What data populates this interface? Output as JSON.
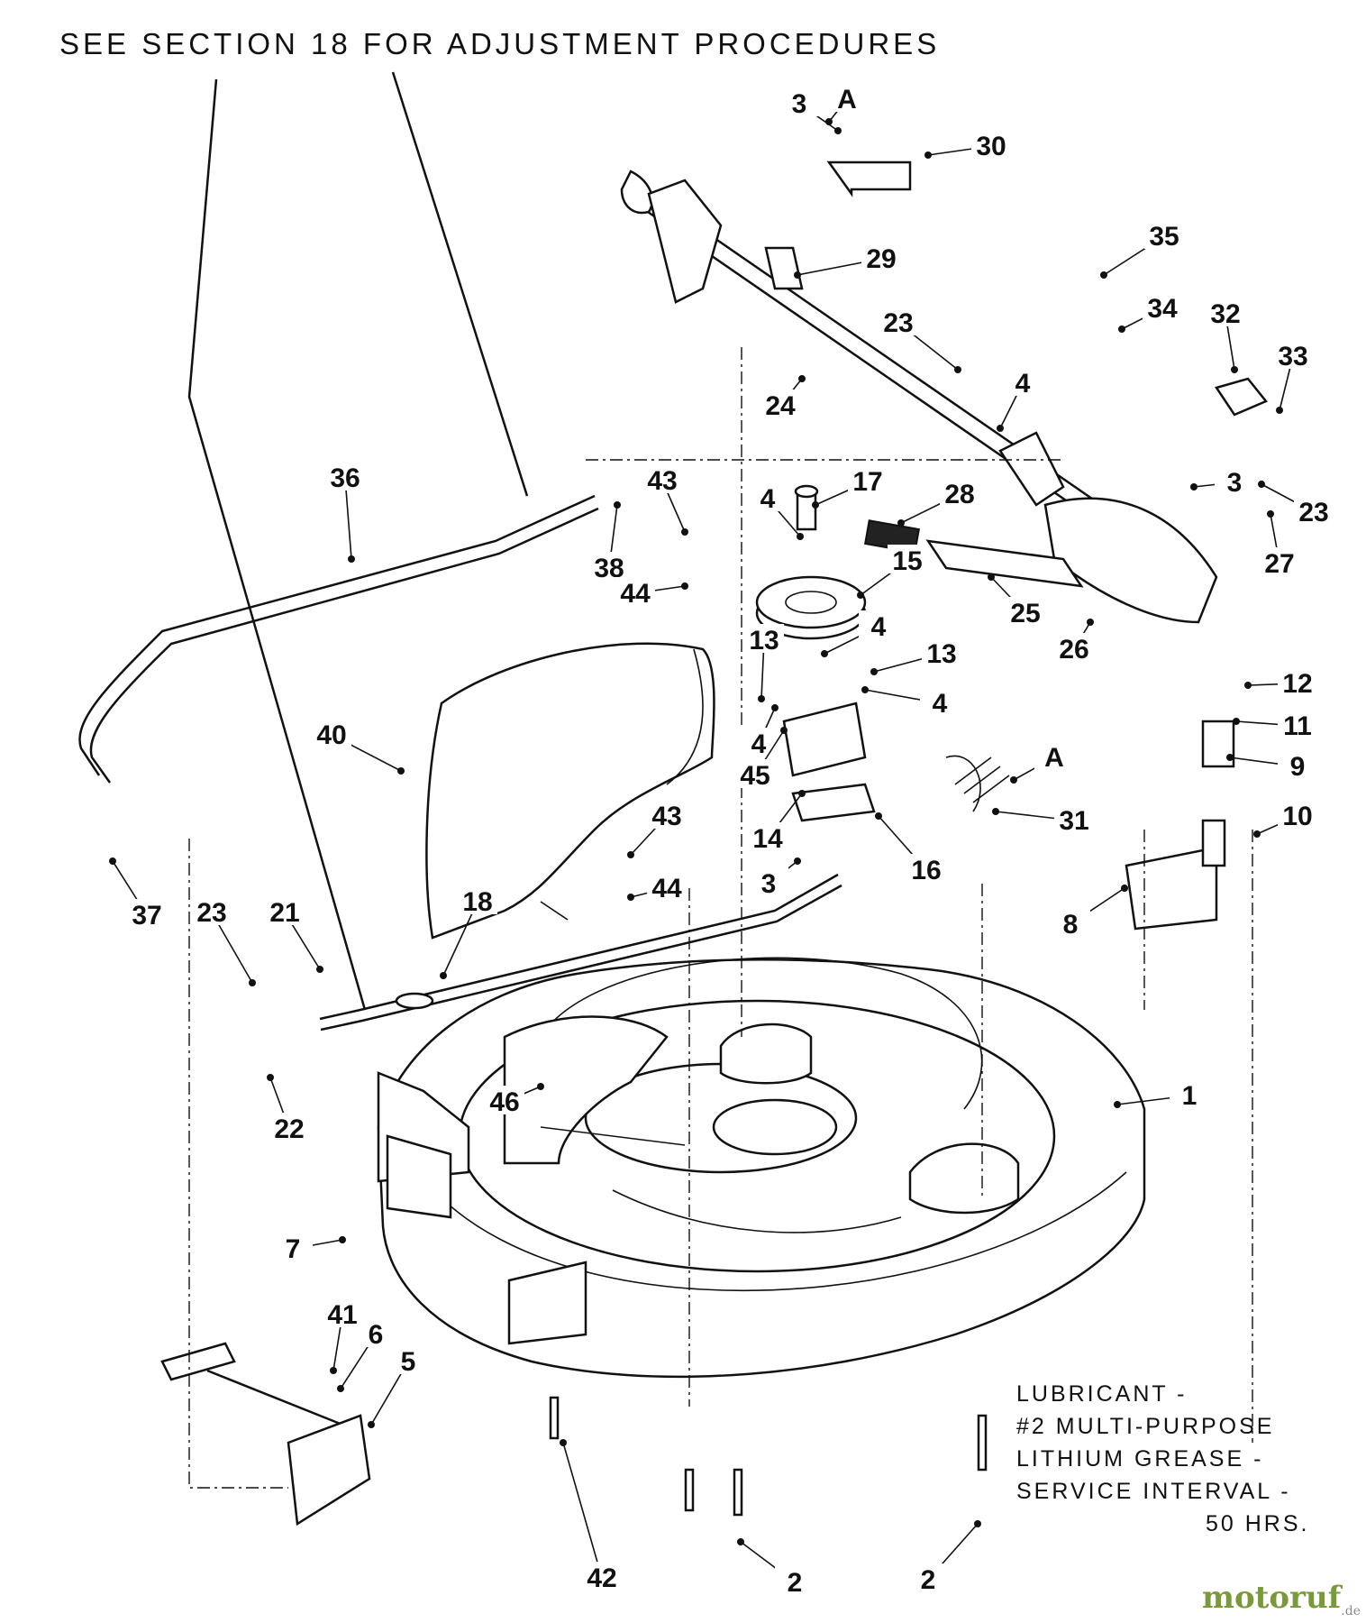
{
  "heading": "SEE SECTION 18 FOR ADJUSTMENT PROCEDURES",
  "lubricant_note": [
    "LUBRICANT -",
    "#2 MULTI-PURPOSE",
    "LITHIUM GREASE -",
    "SERVICE INTERVAL -",
    "50 HRS."
  ],
  "watermark": {
    "text": "motoruf",
    "suffix": ".de",
    "color": "#7a9a3a"
  },
  "callouts": [
    "1",
    "2",
    "2",
    "3",
    "3",
    "3",
    "4",
    "4",
    "4",
    "4",
    "4",
    "5",
    "6",
    "7",
    "8",
    "9",
    "10",
    "11",
    "12",
    "13",
    "13",
    "14",
    "15",
    "16",
    "17",
    "18",
    "21",
    "22",
    "23",
    "23",
    "23",
    "24",
    "25",
    "26",
    "27",
    "28",
    "29",
    "30",
    "31",
    "32",
    "33",
    "34",
    "35",
    "36",
    "37",
    "38",
    "40",
    "41",
    "42",
    "43",
    "43",
    "44",
    "44",
    "45",
    "46",
    "A",
    "A"
  ]
}
